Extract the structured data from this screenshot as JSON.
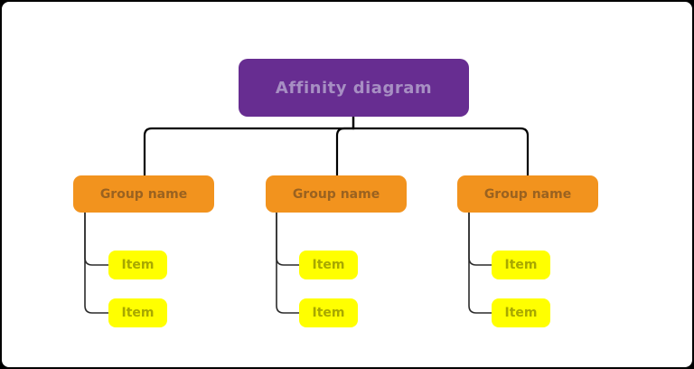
{
  "diagram": {
    "root": {
      "label": "Affinity diagram"
    },
    "groups": [
      {
        "label": "Group name",
        "items": [
          {
            "label": "Item"
          },
          {
            "label": "Item"
          }
        ]
      },
      {
        "label": "Group name",
        "items": [
          {
            "label": "Item"
          },
          {
            "label": "Item"
          }
        ]
      },
      {
        "label": "Group name",
        "items": [
          {
            "label": "Item"
          },
          {
            "label": "Item"
          }
        ]
      }
    ],
    "colors": {
      "canvas_bg": "#FFFFFF",
      "frame_border": "#000000",
      "root_fill": "#672D91",
      "root_text": "#A78FC3",
      "group_fill": "#F2931E",
      "group_text": "#9A6220",
      "item_fill": "#FFFF00",
      "item_text": "#A8A800",
      "edge_root": "#000000",
      "edge_item": "#2B2B2B"
    }
  }
}
